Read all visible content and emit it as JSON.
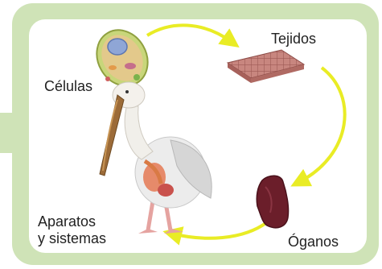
{
  "diagram": {
    "labels": {
      "cells": "Células",
      "tissues": "Tejidos",
      "organs": "Óganos",
      "systems": "Aparatos\ny sistemas"
    },
    "colors": {
      "frame": "#cfe3b7",
      "arrow": "#e9ec25",
      "background": "#ffffff"
    },
    "icons": [
      "cell-illustration",
      "tissue-illustration",
      "organ-illustration",
      "pelican-illustration"
    ]
  }
}
